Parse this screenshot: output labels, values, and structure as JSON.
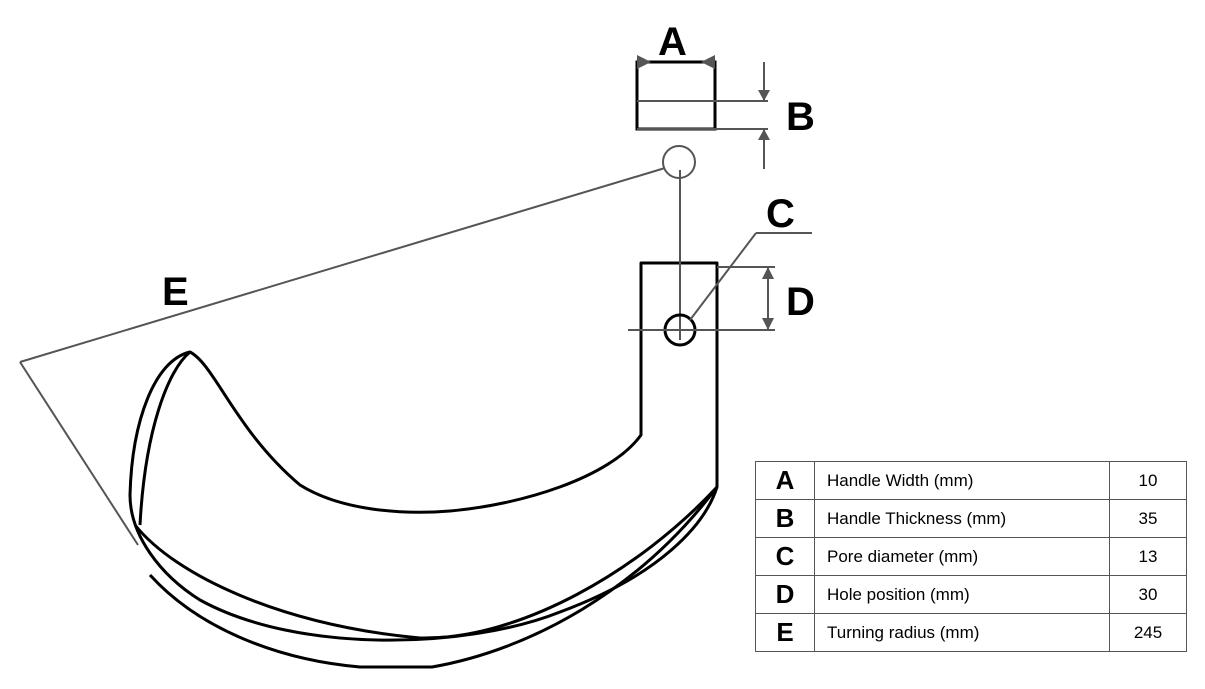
{
  "callouts": {
    "a": "A",
    "b": "B",
    "c": "C",
    "d": "D",
    "e": "E"
  },
  "spec_table": {
    "rows": [
      {
        "key": "A",
        "label": "Handle Width (mm)",
        "value": "10"
      },
      {
        "key": "B",
        "label": "Handle Thickness (mm)",
        "value": "35"
      },
      {
        "key": "C",
        "label": "Pore diameter (mm)",
        "value": "13"
      },
      {
        "key": "D",
        "label": "Hole position (mm)",
        "value": "30"
      },
      {
        "key": "E",
        "label": "Turning radius (mm)",
        "value": "245"
      }
    ]
  },
  "colors": {
    "outline": "#000000",
    "dimension": "#555555"
  }
}
